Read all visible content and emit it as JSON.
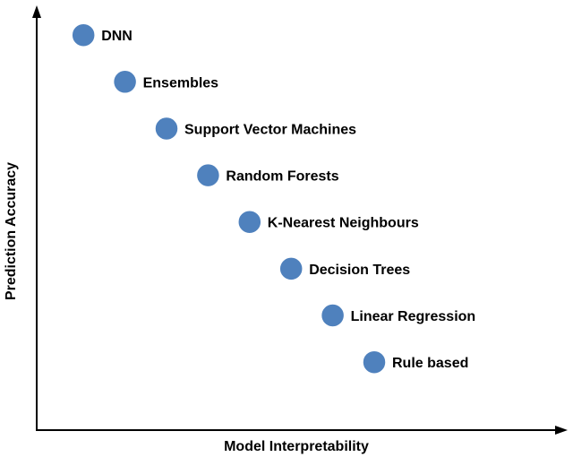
{
  "chart_data": {
    "type": "scatter",
    "title": "",
    "xlabel": "Model Interpretability",
    "ylabel": "Prediction Accuracy",
    "xlim": [
      0,
      10
    ],
    "ylim": [
      0,
      10
    ],
    "grid": false,
    "legend": "none",
    "colors": {
      "point": "#4f81bd",
      "point_edge": "#ffffff",
      "axis": "#000000",
      "text": "#000000"
    },
    "points": [
      {
        "label": "DNN",
        "x": 0.9,
        "y": 9.3
      },
      {
        "label": "Ensembles",
        "x": 1.7,
        "y": 8.2
      },
      {
        "label": "Support Vector Machines",
        "x": 2.5,
        "y": 7.1
      },
      {
        "label": "Random Forests",
        "x": 3.3,
        "y": 6.0
      },
      {
        "label": "K-Nearest Neighbours",
        "x": 4.1,
        "y": 4.9
      },
      {
        "label": "Decision Trees",
        "x": 4.9,
        "y": 3.8
      },
      {
        "label": "Linear Regression",
        "x": 5.7,
        "y": 2.7
      },
      {
        "label": "Rule based",
        "x": 6.5,
        "y": 1.6
      }
    ]
  }
}
